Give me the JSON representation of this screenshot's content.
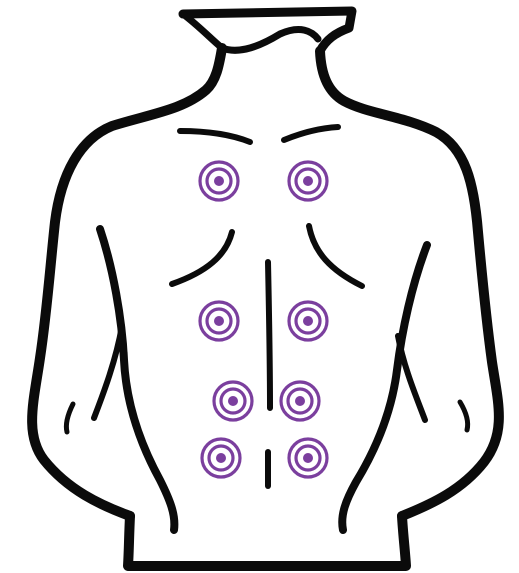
{
  "figure": {
    "subject": "back-torso-line-art",
    "colors": {
      "background": "#ffffff",
      "outline": "#0b0b0b",
      "marker": "#7b3f9e"
    },
    "marker_icon": "concentric-target-icon",
    "marker_count": 8,
    "marker_rows": 4,
    "marker_columns": 2
  }
}
